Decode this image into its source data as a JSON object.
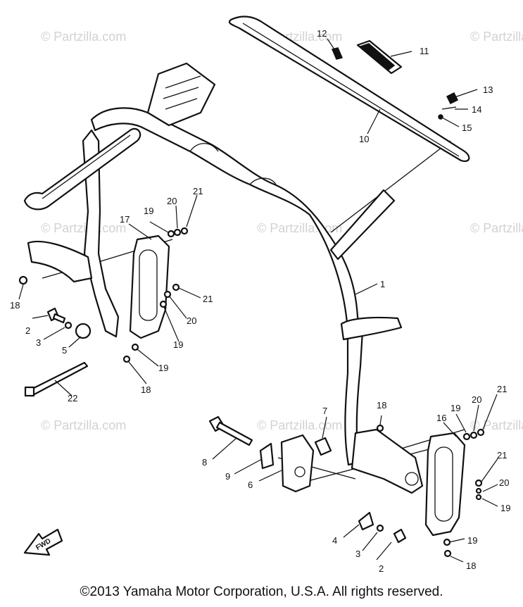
{
  "watermark": "© Partzilla.com",
  "copyright": "©2013 Yamaha Motor Corporation, U.S.A. All rights reserved.",
  "direction_label": "FWD",
  "callouts": [
    {
      "id": "c1",
      "label": "1"
    },
    {
      "id": "c2a",
      "label": "2"
    },
    {
      "id": "c2b",
      "label": "2"
    },
    {
      "id": "c3a",
      "label": "3"
    },
    {
      "id": "c3b",
      "label": "3"
    },
    {
      "id": "c4",
      "label": "4"
    },
    {
      "id": "c5",
      "label": "5"
    },
    {
      "id": "c6",
      "label": "6"
    },
    {
      "id": "c7",
      "label": "7"
    },
    {
      "id": "c8",
      "label": "8"
    },
    {
      "id": "c9",
      "label": "9"
    },
    {
      "id": "c10",
      "label": "10"
    },
    {
      "id": "c11",
      "label": "11"
    },
    {
      "id": "c12",
      "label": "12"
    },
    {
      "id": "c13",
      "label": "13"
    },
    {
      "id": "c14",
      "label": "14"
    },
    {
      "id": "c15",
      "label": "15"
    },
    {
      "id": "c16",
      "label": "16"
    },
    {
      "id": "c17",
      "label": "17"
    },
    {
      "id": "c18a",
      "label": "18"
    },
    {
      "id": "c18b",
      "label": "18"
    },
    {
      "id": "c18c",
      "label": "18"
    },
    {
      "id": "c18d",
      "label": "18"
    },
    {
      "id": "c19a",
      "label": "19"
    },
    {
      "id": "c19b",
      "label": "19"
    },
    {
      "id": "c19c",
      "label": "19"
    },
    {
      "id": "c19d",
      "label": "19"
    },
    {
      "id": "c19e",
      "label": "19"
    },
    {
      "id": "c19f",
      "label": "19"
    },
    {
      "id": "c20a",
      "label": "20"
    },
    {
      "id": "c20b",
      "label": "20"
    },
    {
      "id": "c20c",
      "label": "20"
    },
    {
      "id": "c20d",
      "label": "20"
    },
    {
      "id": "c21a",
      "label": "21"
    },
    {
      "id": "c21b",
      "label": "21"
    },
    {
      "id": "c21c",
      "label": "21"
    },
    {
      "id": "c21d",
      "label": "21"
    },
    {
      "id": "c22",
      "label": "22"
    }
  ]
}
